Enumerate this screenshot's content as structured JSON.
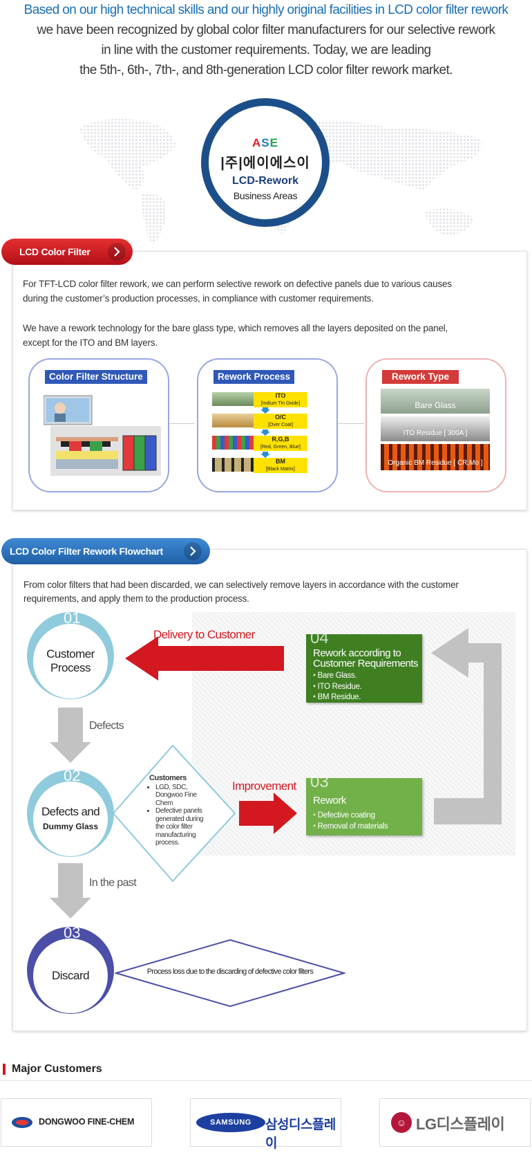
{
  "intro": {
    "line1": "Based on our high technical skills and our highly original facilities in LCD color filter rework",
    "line2": "we have been recognized by global color filter manufacturers for our selective rework",
    "line3": "in line with the customer requirements. Today, we are leading",
    "line4": "the 5th-, 6th-, 7th-, and 8th-generation LCD color filter rework market."
  },
  "logo": {
    "ase_a": "A",
    "ase_s": "S",
    "ase_e": "E",
    "korean": "|주|에이에스이",
    "title": "LCD-Rework",
    "subtitle": "Business Areas"
  },
  "section1": {
    "tab_label": "LCD Color Filter",
    "para1_line1": "For TFT-LCD color filter rework, we can perform selective rework on defective panels due to various causes",
    "para1_line2": "during the customer’s production processes, in compliance with customer requirements.",
    "para2_line1": "We have a rework technology for the bare glass type, which removes all the layers deposited on the panel,",
    "para2_line2": "except for the ITO and BM layers.",
    "box1_title": "Color Filter Structure",
    "box2_title": "Rework Process",
    "box3_title": "Rework Type",
    "process": [
      {
        "name": "ITO",
        "desc": "[Indium Tin Oxide]"
      },
      {
        "name": "O/C",
        "desc": "[Over Coat]"
      },
      {
        "name": "R,G,B",
        "desc": "[Red, Green, Blue]"
      },
      {
        "name": "BM",
        "desc": "[Black Matrix]"
      }
    ],
    "types": [
      {
        "label": "Bare Glass"
      },
      {
        "label": "ITO Residue [ 300A ]"
      },
      {
        "label": "Organic BM Residue [ CR,Mo ]"
      }
    ]
  },
  "section2": {
    "tab_label": "LCD Color Filter Rework Flowchart",
    "para_line1": "From color filters that had been discarded, we can selectively remove layers in accordance with the customer",
    "para_line2": "requirements, and apply them to the production process.",
    "step1_num": "01",
    "step1_label": "Customer Process",
    "step2_num": "02",
    "step2_label_a": "Defects and",
    "step2_label_b": "Dummy Glass",
    "step3_num": "03",
    "step3_label": "Discard",
    "step4_num": "04",
    "rework_num": "03",
    "delivery_label": "Delivery to Customer",
    "defects_label": "Defects",
    "past_label": "In the past",
    "improvement_label": "Improvement",
    "box04_title_a": "Rework according to",
    "box04_title_b": "Customer Requirements",
    "box04_items": [
      "Bare Glass.",
      "ITO Residue.",
      "BM Residue."
    ],
    "box03_title": "Rework",
    "box03_items": [
      "Defective coating",
      "Removal of materials"
    ],
    "customers_title": "Customers",
    "customers_items": [
      "LGD, SDC, Dongwoo Fine Chem",
      "Defective panels generated during the color filter manufacturing process."
    ],
    "discard_note": "Process loss due to the discarding of defective color filters"
  },
  "customers": {
    "heading": "Major Customers",
    "c1": "DONGWOO FINE-CHEM",
    "c2_brand": "SAMSUNG",
    "c2_kor": "삼성디스플레이",
    "c3_brand": "LG",
    "c3_kor": "디스플레이"
  },
  "colors": {
    "accent_blue": "#1a6fb5",
    "red": "#d31820",
    "green_dark": "#3f7f22",
    "green_light": "#72b04a",
    "teal": "#8fcbdc",
    "purple": "#4c4fa8"
  }
}
